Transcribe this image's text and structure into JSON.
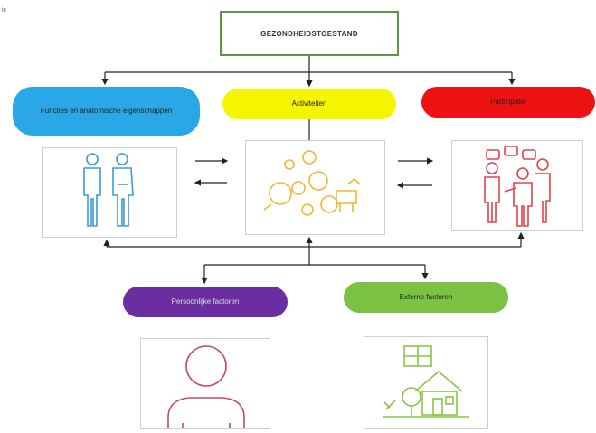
{
  "corner_mark": "ic",
  "root": {
    "title": "GEZONDHEIDSTOESTAND"
  },
  "components": {
    "functions": {
      "label": "Functies en anatomische eigenschappen",
      "color": "#2aa7e6"
    },
    "activities": {
      "label": "Activiteiten",
      "color": "#f5f500"
    },
    "participation": {
      "label": "Participatie",
      "color": "#ec1212"
    }
  },
  "factors": {
    "personal": {
      "label": "Persoonlijke factoren",
      "color": "#6a2ea0"
    },
    "external": {
      "label": "Externe factoren",
      "color": "#7cc242"
    }
  },
  "icons": {
    "functions": "human-body-anatomy-icon",
    "activities": "activities-gears-icon",
    "participation": "people-conversation-icon",
    "personal": "person-portrait-icon",
    "external": "house-environment-icon"
  }
}
